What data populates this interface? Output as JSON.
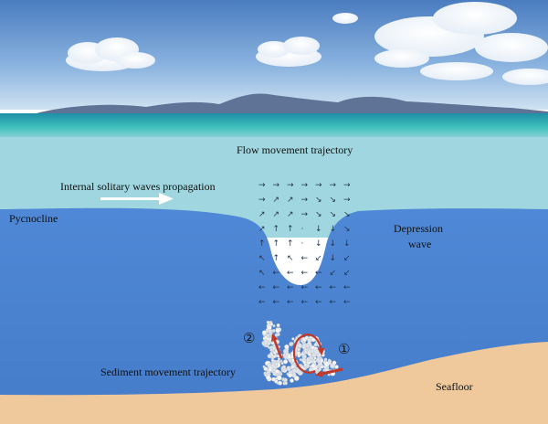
{
  "labels": {
    "flow_trajectory": "Flow movement trajectory",
    "isw_propagation": "Internal solitary waves  propagation",
    "pycnocline": "Pycnocline",
    "depression_line1": "Depression",
    "depression_line2": "wave",
    "sediment_trajectory": "Sediment movement trajectory",
    "seafloor": "Seafloor",
    "marker_1": "①",
    "marker_2": "②"
  },
  "colors": {
    "sky_top": "#4d7fc1",
    "sky_bottom": "#c6dcef",
    "sea_horizon": "#1fa7ad",
    "upper_layer": "#9fd6df",
    "lower_layer": "#4e86d3",
    "seafloor": "#efc89c",
    "sediment_arrow": "#c0392b",
    "flow_arrow": "#3b4a6b"
  },
  "flow_field": {
    "rows": [
      [
        "→",
        "→",
        "→",
        "→",
        "→",
        "→",
        "→"
      ],
      [
        "→",
        "↗",
        "↗",
        "→",
        "↘",
        "↘",
        "→"
      ],
      [
        "↗",
        "↗",
        "↗",
        "→",
        "↘",
        "↘",
        "↘"
      ],
      [
        "↗",
        "↑",
        "↑",
        "·",
        "↓",
        "↓",
        "↘"
      ],
      [
        "↑",
        "↑",
        "↑",
        "·",
        "↓",
        "↓",
        "↓"
      ],
      [
        "↖",
        "↑",
        "↖",
        "←",
        "↙",
        "↓",
        "↙"
      ],
      [
        "↖",
        "←",
        "←",
        "←",
        "←",
        "↙",
        "↙"
      ],
      [
        "←",
        "←",
        "←",
        "←",
        "←",
        "←",
        "←"
      ],
      [
        "←",
        "←",
        "←",
        "←",
        "←",
        "←",
        "←"
      ]
    ]
  }
}
